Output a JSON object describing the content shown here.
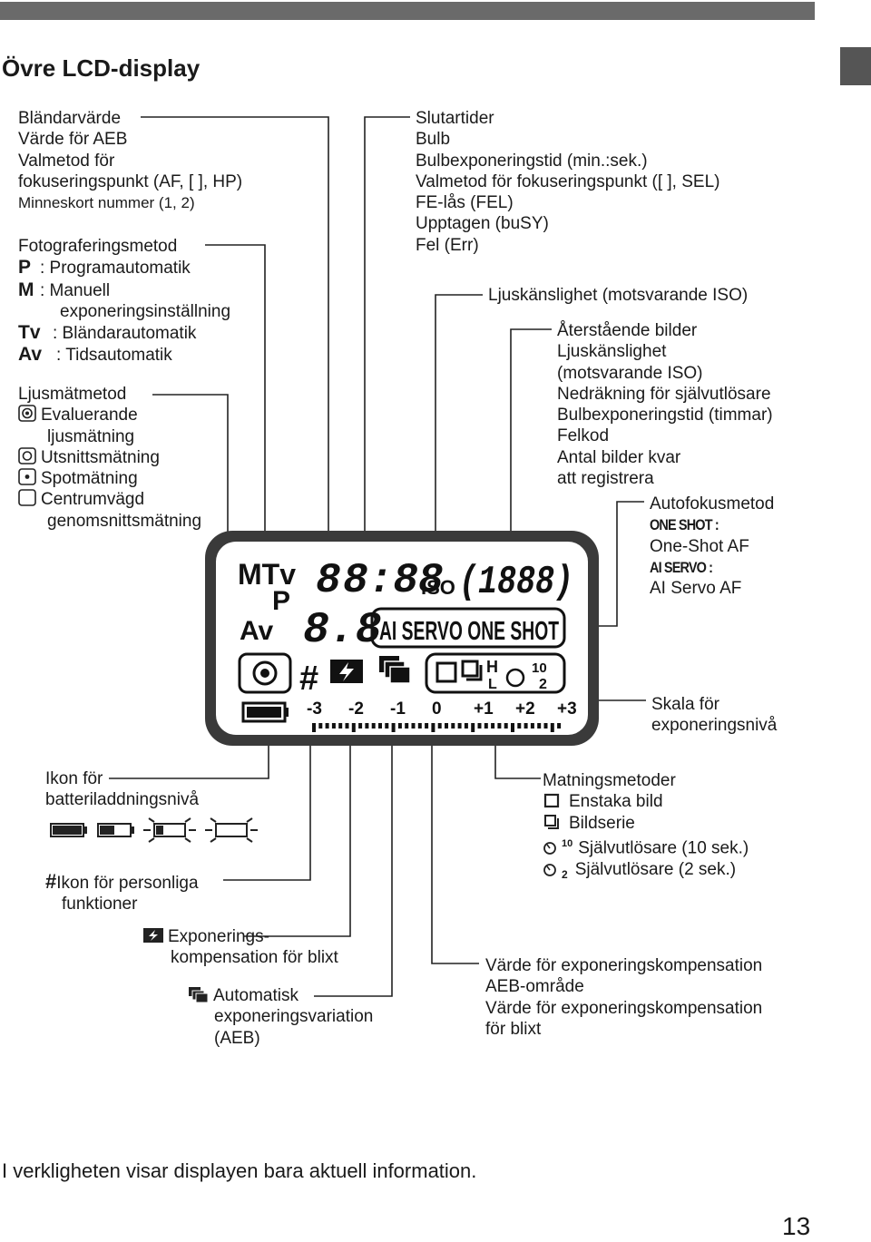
{
  "header": {
    "title": "Övre LCD-display"
  },
  "left_top": [
    "Bländarvärde",
    "Värde för AEB",
    "Valmetod för",
    "fokuseringspunkt (AF, [ ], HP)",
    "Minneskort nummer (1, 2)"
  ],
  "shooting_mode": {
    "heading": "Fotograferingsmetod",
    "items": [
      {
        "glyph": "P",
        "text": ": Programautomatik"
      },
      {
        "glyph": "M",
        "text": ": Manuell"
      },
      {
        "glyph": "",
        "text": "exponeringsinställning"
      },
      {
        "glyph": "Tv",
        "text": ": Bländarautomatik"
      },
      {
        "glyph": "Av",
        "text": ": Tidsautomatik"
      }
    ]
  },
  "metering": {
    "heading": "Ljusmätmetod",
    "items": [
      "Evaluerande",
      "ljusmätning",
      "Utsnittsmätning",
      "Spotmätning",
      "Centrumvägd",
      "genomsnittsmätning"
    ]
  },
  "right_top": [
    "Slutartider",
    "Bulb",
    "Bulbexponeringstid (min.:sek.)",
    "Valmetod för fokuseringspunkt ([     ], SEL)",
    "FE-lås (FEL)",
    "Upptagen (buSY)",
    "Fel (Err)"
  ],
  "iso_label": "Ljuskänslighet (motsvarande ISO)",
  "remaining": [
    "Återstående bilder",
    "Ljuskänslighet",
    "(motsvarande ISO)",
    "Nedräkning för självutlösare",
    "Bulbexponeringstid (timmar)",
    "Felkod",
    "Antal bilder kvar",
    "att registrera"
  ],
  "af_mode": {
    "heading": "Autofokusmetod",
    "one_shot_glyph": "ONE SHOT :",
    "one_shot": "One-Shot AF",
    "ai_servo_glyph": "AI SERVO :",
    "ai_servo": "AI Servo AF"
  },
  "exposure_scale": [
    "Skala för",
    "exponeringsnivå"
  ],
  "lcd": {
    "modes": [
      "MTv",
      "P",
      "Av"
    ],
    "shutter": "8:88",
    "iso_tag": "ISO",
    "count": "(1888)",
    "aperture": "8.8",
    "af_text": "AI SERVO ONE SHOT",
    "hash": "#",
    "drive_h": "H",
    "drive_l": "L",
    "timer_10": "10",
    "timer_2": "2",
    "scale": [
      "-3",
      "-2",
      "-1",
      "0",
      "+1",
      "+2",
      "+3"
    ]
  },
  "battery": [
    "Ikon för",
    "batteriladdningsnivå"
  ],
  "custom_fn": {
    "glyph": "#",
    "lines": [
      "Ikon för personliga",
      "funktioner"
    ]
  },
  "flash_comp": [
    "Exponerings-",
    "kompensation för blixt"
  ],
  "aeb": [
    "Automatisk",
    "exponeringsvariation",
    "(AEB)"
  ],
  "drive": {
    "heading": "Matningsmetoder",
    "items": [
      {
        "glyph": "",
        "text": "Enstaka bild"
      },
      {
        "glyph": "",
        "text": "Bildserie"
      },
      {
        "glyph": "10",
        "text": "Självutlösare (10 sek.)"
      },
      {
        "glyph": "2",
        "text": "Självutlösare (2 sek.)"
      }
    ]
  },
  "exp_comp": [
    "Värde för exponeringskompensation",
    "AEB-område",
    "Värde för exponeringskompensation",
    "för blixt"
  ],
  "footer": "I verkligheten visar displayen bara aktuell information.",
  "page_number": "13"
}
